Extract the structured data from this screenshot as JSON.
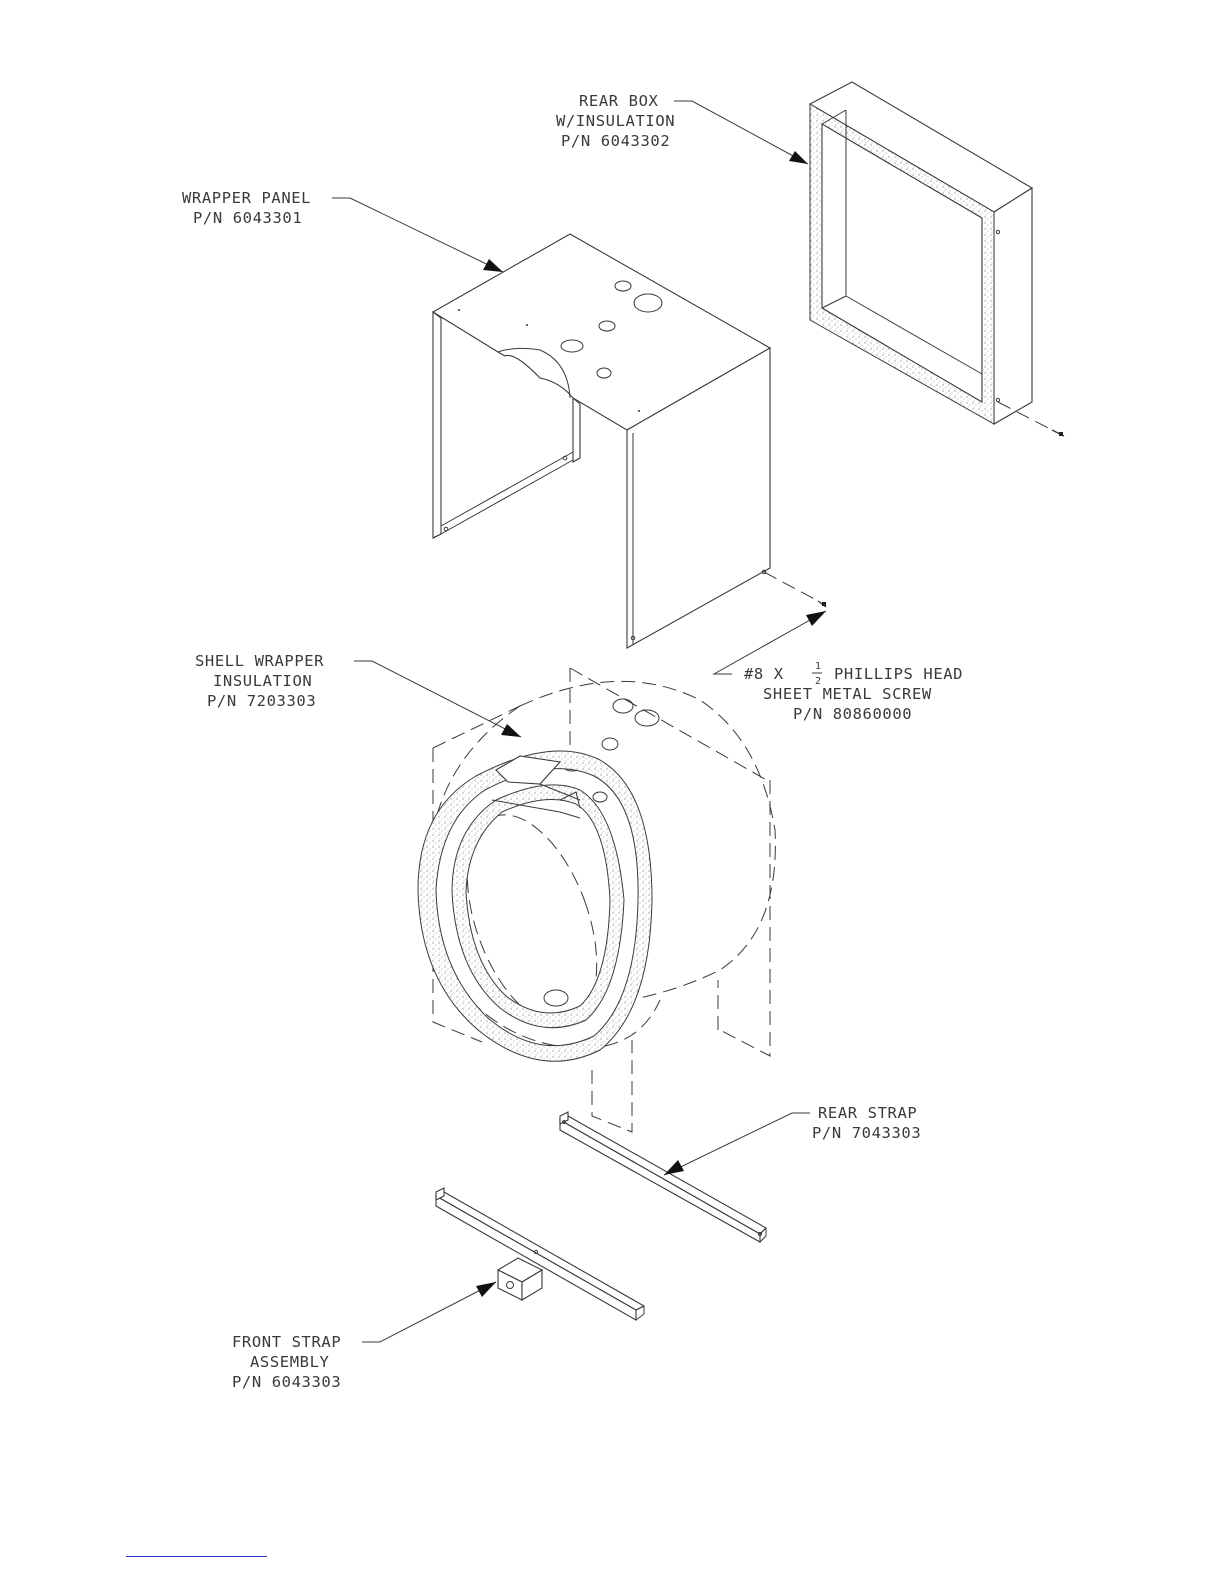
{
  "callouts": {
    "rear_box": {
      "line1": "REAR BOX",
      "line2": "W/INSULATION",
      "line3": "P/N 6043302"
    },
    "wrapper_panel": {
      "line1": "WRAPPER PANEL",
      "line2": "P/N 6043301"
    },
    "shell_wrapper": {
      "line1": "SHELL WRAPPER",
      "line2": "INSULATION",
      "line3": "P/N 7203303"
    },
    "screw": {
      "prefix": "#8 X",
      "frac_num": "1",
      "frac_den": "2",
      "suffix": "PHILLIPS HEAD",
      "line2": "SHEET METAL SCREW",
      "line3": "P/N 80860000"
    },
    "rear_strap": {
      "line1": "REAR STRAP",
      "line2": "P/N 7043303"
    },
    "front_strap": {
      "line1": "FRONT STRAP",
      "line2": "ASSEMBLY",
      "line3": "P/N 6043303"
    }
  },
  "colors": {
    "line": "#3a3a3a",
    "arrow": "#111111",
    "footer_link": "#2a39c9"
  }
}
